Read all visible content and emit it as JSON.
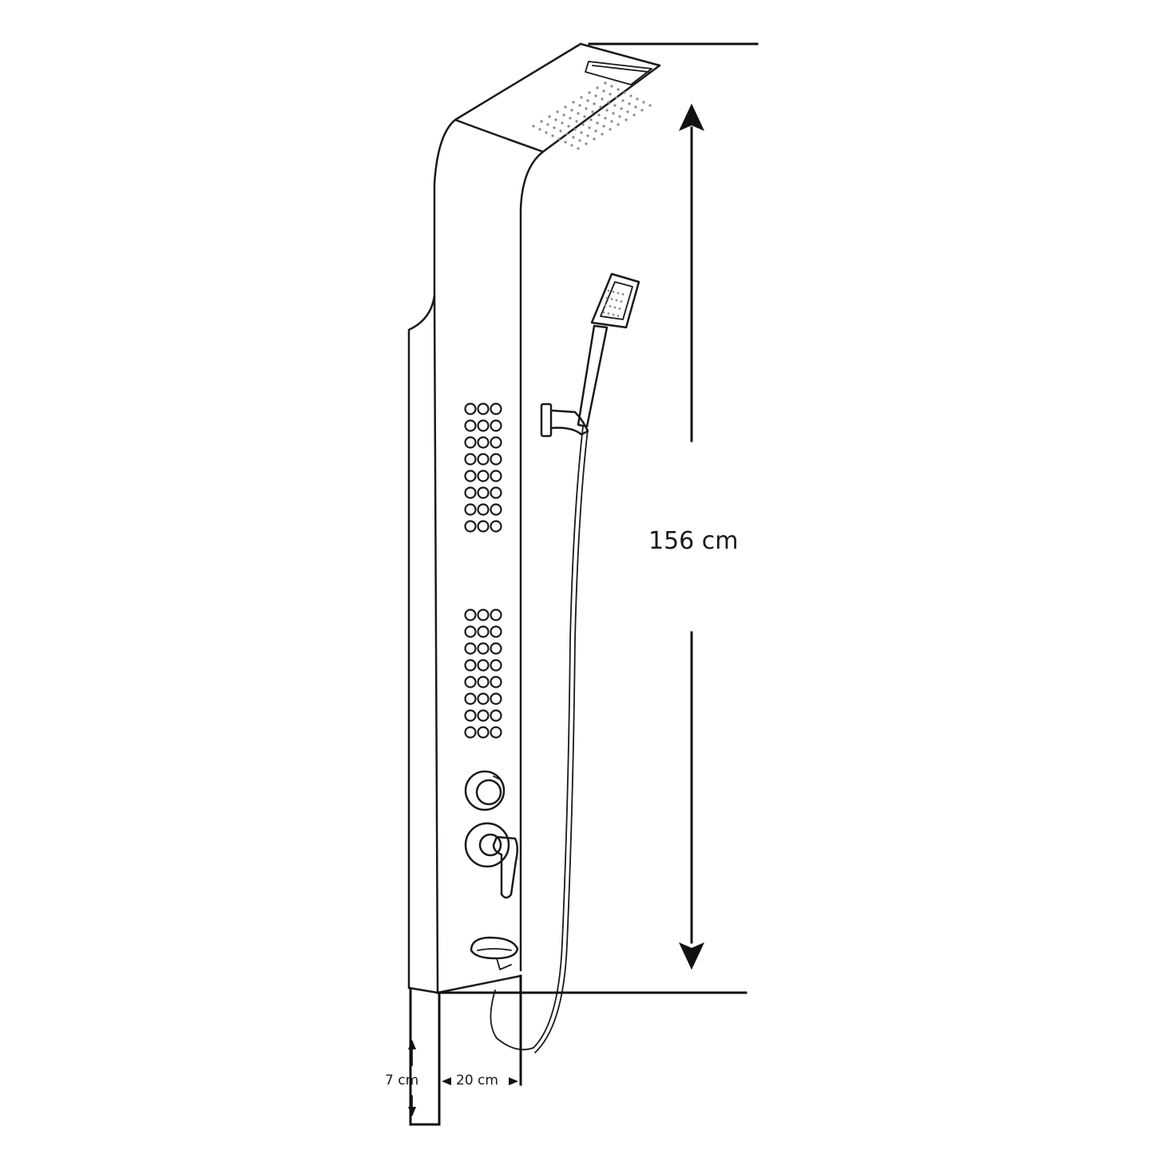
{
  "diagram": {
    "dimensions": {
      "height": "156 cm",
      "width": "20 cm",
      "depth": "7 cm"
    },
    "body_jet_rows_per_group": 8,
    "body_jet_groups": 2,
    "colors": {
      "line": "#1a1a1a",
      "background": "#ffffff"
    }
  }
}
